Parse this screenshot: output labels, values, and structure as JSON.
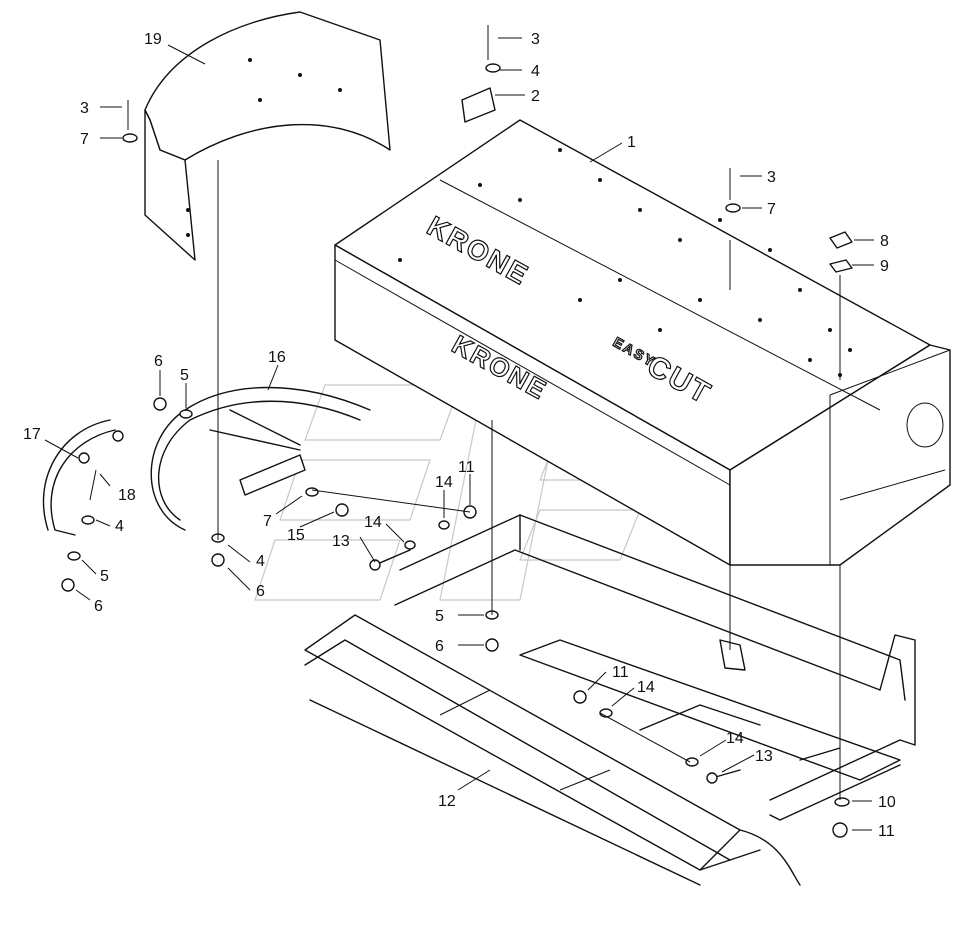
{
  "brand": {
    "logo_text": "KRONE",
    "model_prefix": "EASY",
    "model_main": "CUT"
  },
  "callouts": {
    "c1": "1",
    "c2": "2",
    "c3a": "3",
    "c3b": "3",
    "c3c": "3",
    "c4a": "4",
    "c4b": "4",
    "c4c": "4",
    "c5a": "5",
    "c5b": "5",
    "c5c": "5",
    "c6a": "6",
    "c6b": "6",
    "c6c": "6",
    "c6d": "6",
    "c7a": "7",
    "c7b": "7",
    "c7c": "7",
    "c8": "8",
    "c9": "9",
    "c10": "10",
    "c11a": "11",
    "c11b": "11",
    "c11c": "11",
    "c12": "12",
    "c13a": "13",
    "c13b": "13",
    "c14a": "14",
    "c14b": "14",
    "c14c": "14",
    "c14d": "14",
    "c15": "15",
    "c16": "16",
    "c17": "17",
    "c18": "18",
    "c19": "19"
  }
}
